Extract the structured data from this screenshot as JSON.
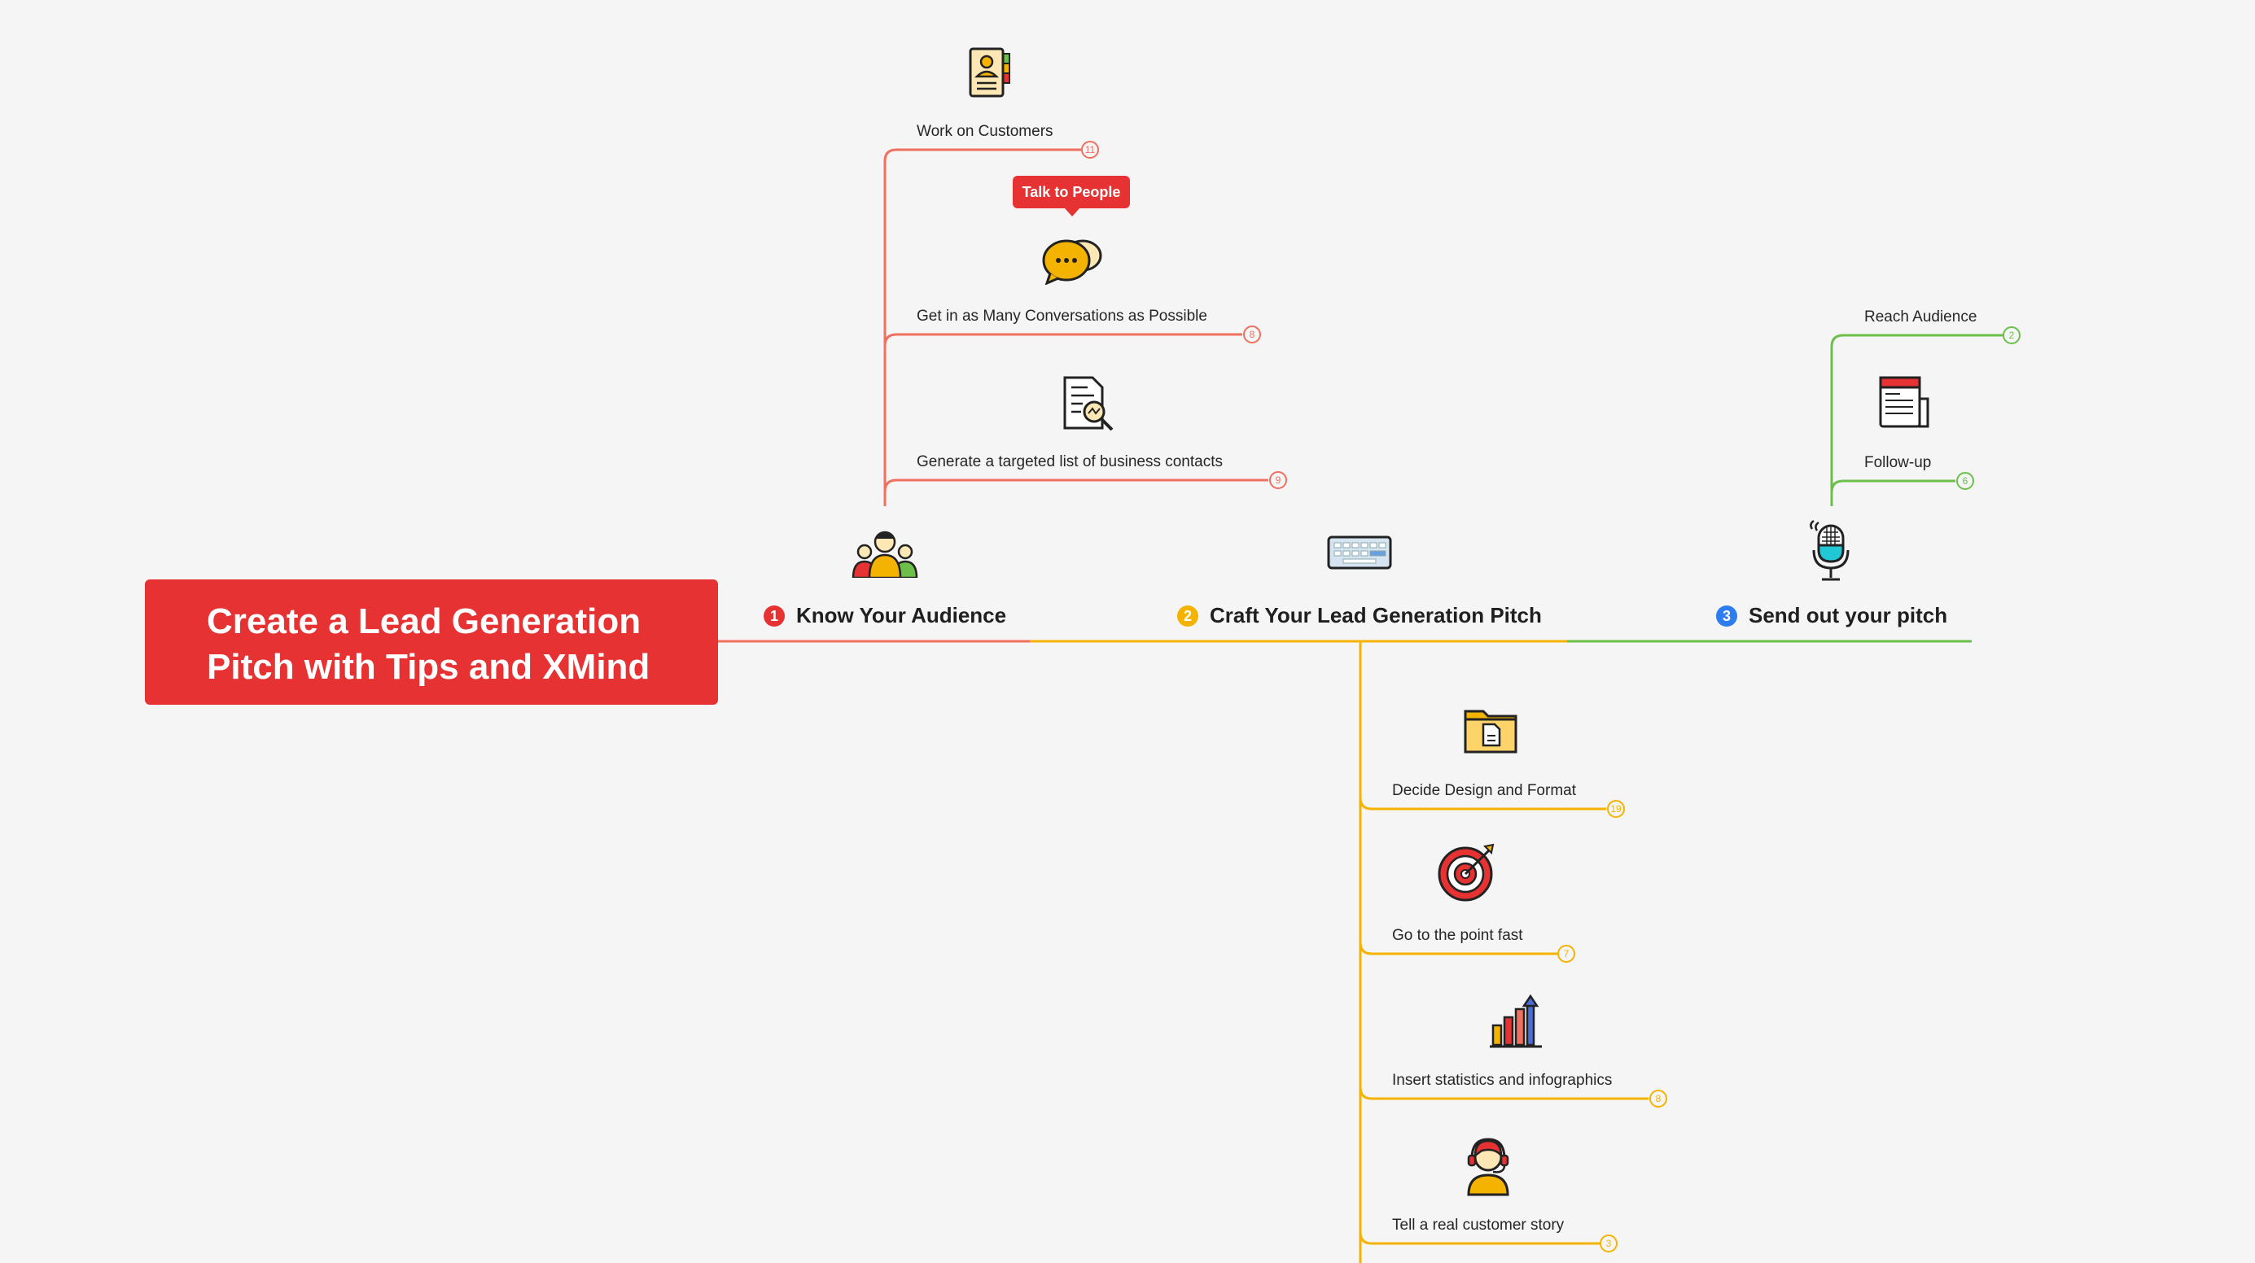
{
  "root": {
    "line1": "Create a Lead Generation",
    "line2": "Pitch with Tips and XMind"
  },
  "branches": [
    {
      "number": "1",
      "label": "Know Your Audience",
      "color": "#e63232",
      "children": [
        {
          "label": "Work on Customers",
          "count": "11"
        },
        {
          "label": "Get in as Many Conversations as Possible",
          "count": "8",
          "tag": "Talk to People"
        },
        {
          "label": "Generate a targeted list of business contacts",
          "count": "9"
        }
      ]
    },
    {
      "number": "2",
      "label": "Craft Your Lead Generation Pitch",
      "color": "#f5b301",
      "children": [
        {
          "label": "Decide Design and Format",
          "count": "19"
        },
        {
          "label": "Go to the point fast",
          "count": "7"
        },
        {
          "label": "Insert statistics and infographics",
          "count": "8"
        },
        {
          "label": "Tell a real customer story",
          "count": "3"
        }
      ]
    },
    {
      "number": "3",
      "label": "Send out your pitch",
      "color": "#6cc04a",
      "badge_color": "#2d7cf0",
      "children": [
        {
          "label": "Reach Audience",
          "count": "2"
        },
        {
          "label": "Follow-up",
          "count": "6"
        }
      ]
    }
  ],
  "icons": {
    "customer": "contact-card-icon",
    "conversation": "chat-bubbles-icon",
    "contacts": "document-search-icon",
    "audience": "people-group-icon",
    "pitch": "keyboard-icon",
    "send": "microphone-icon",
    "design": "folder-document-icon",
    "point": "target-icon",
    "stats": "bar-chart-icon",
    "story": "customer-support-icon",
    "followup": "newspaper-icon"
  }
}
